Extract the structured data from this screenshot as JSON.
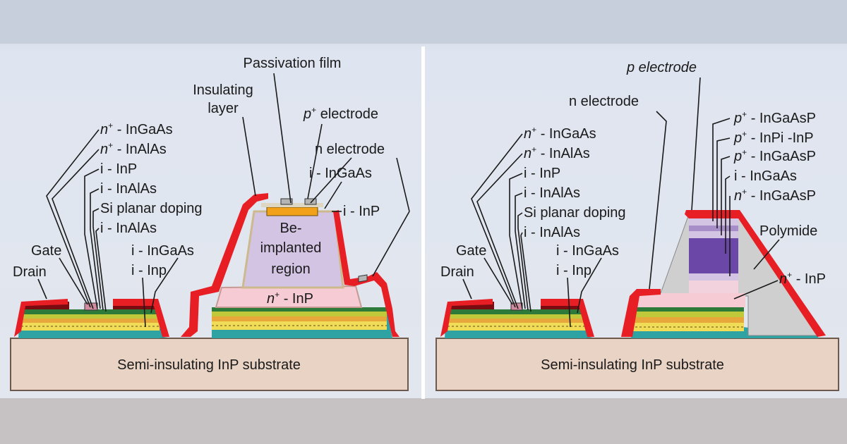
{
  "left_panel": {
    "labels": {
      "passivation_film": "Passivation film",
      "insulating": "Insulating",
      "layer": "layer",
      "p_electrode_base": "p",
      "p_electrode_sup": "+",
      "p_electrode_rest": " electrode",
      "n_electrode": "n electrode",
      "i_ingaas_top": "i - InGaAs",
      "i_inp_right": "i - InP",
      "be": "Be-",
      "implanted": "implanted",
      "region": "region",
      "n_inp_base": "n",
      "n_inp_sup": "+",
      "n_inp_rest": " - InP",
      "n_ingaas_base": "n",
      "n_ingaas_sup": "+",
      "n_ingaas_rest": " - InGaAs",
      "n_inalas_base": "n",
      "n_inalas_sup": "+",
      "n_inalas_rest": " - InAlAs",
      "i_inp": "i - InP",
      "i_inalas_1": "i - InAlAs",
      "si_planar": "Si planar doping",
      "i_inalas_2": "i - InAlAs",
      "gate": "Gate",
      "drain": "Drain",
      "i_ingaas": "i - InGaAs",
      "i_inp_low": "i - Inp",
      "substrate": "Semi-insulating InP substrate"
    }
  },
  "right_panel": {
    "labels": {
      "p_electrode": "p electrode",
      "n_electrode": "n electrode",
      "p_ingaasp_1_base": "p",
      "p_ingaasp_1_sup": "+",
      "p_ingaasp_1_rest": " - InGaAsP",
      "p_inpi_base": "p",
      "p_inpi_sup": "+",
      "p_inpi_rest": " - InPi -InP",
      "p_ingaasp_2_base": "p",
      "p_ingaasp_2_sup": "+",
      "p_ingaasp_2_rest": " - InGaAsP",
      "i_ingaas_top": "i - InGaAs",
      "n_ingaasp_base": "n",
      "n_ingaasp_sup": "+",
      "n_ingaasp_rest": " - InGaAsP",
      "polymide": "Polymide",
      "n_inp_base": "n",
      "n_inp_sup": "+",
      "n_inp_rest": " - InP",
      "n_ingaas_base": "n",
      "n_ingaas_sup": "+",
      "n_ingaas_rest": " - InGaAs",
      "n_inalas_base": "n",
      "n_inalas_sup": "+",
      "n_inalas_rest": " - InAlAs",
      "i_inp": "i - InP",
      "i_inalas_1": "i - InAlAs",
      "si_planar": "Si planar doping",
      "i_inalas_2": "i - InAlAs",
      "gate": "Gate",
      "drain": "Drain",
      "i_ingaas": "i - InGaAs",
      "i_inp_low": "i - Inp",
      "substrate": "Semi-insulating InP substrate"
    }
  },
  "colors": {
    "panel_bg": "#dde3ef",
    "substrate": "#e9d3c4",
    "electrode_red": "#e81e25",
    "teal": "#2fa3a3",
    "yellow": "#efd84e",
    "orange": "#e8a73a",
    "green": "#2e7a3a",
    "pink": "#f6cbd3",
    "lilac": "#d3c4e4",
    "purple": "#6b47a8",
    "polymide": "#cfcfd0",
    "film": "#f3e6c8"
  }
}
